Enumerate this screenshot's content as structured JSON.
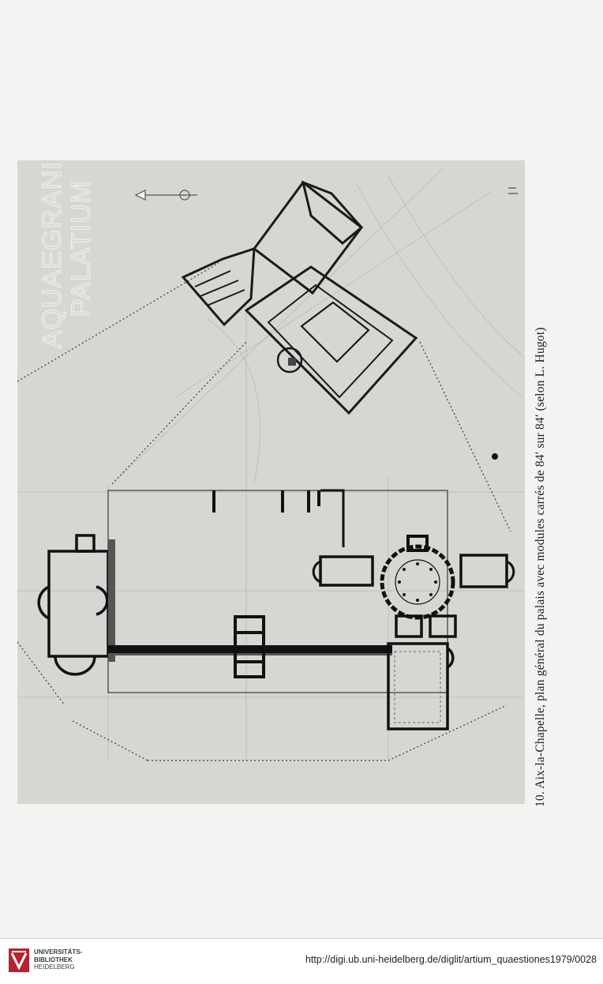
{
  "plan": {
    "title_line1": "AQUAEGRANI",
    "title_line2": "PALATIUM"
  },
  "caption": "10. Aix-la-Chapelle, plan général du palais avec modules carrés de 84′ sur 84′ (selon L. Hugot)",
  "footer": {
    "logo_line1": "UNIVERSITÄTS-",
    "logo_line2": "BIBLIOTHEK",
    "logo_line3": "HEIDELBERG",
    "url": "http://digi.ub.uni-heidelberg.de/diglit/artium_quaestiones1979/0028"
  },
  "colors": {
    "page": "#f3f3f1",
    "plate": "#d6d6d3",
    "ink": "#1d1d1d",
    "logo_red": "#b5232f"
  }
}
